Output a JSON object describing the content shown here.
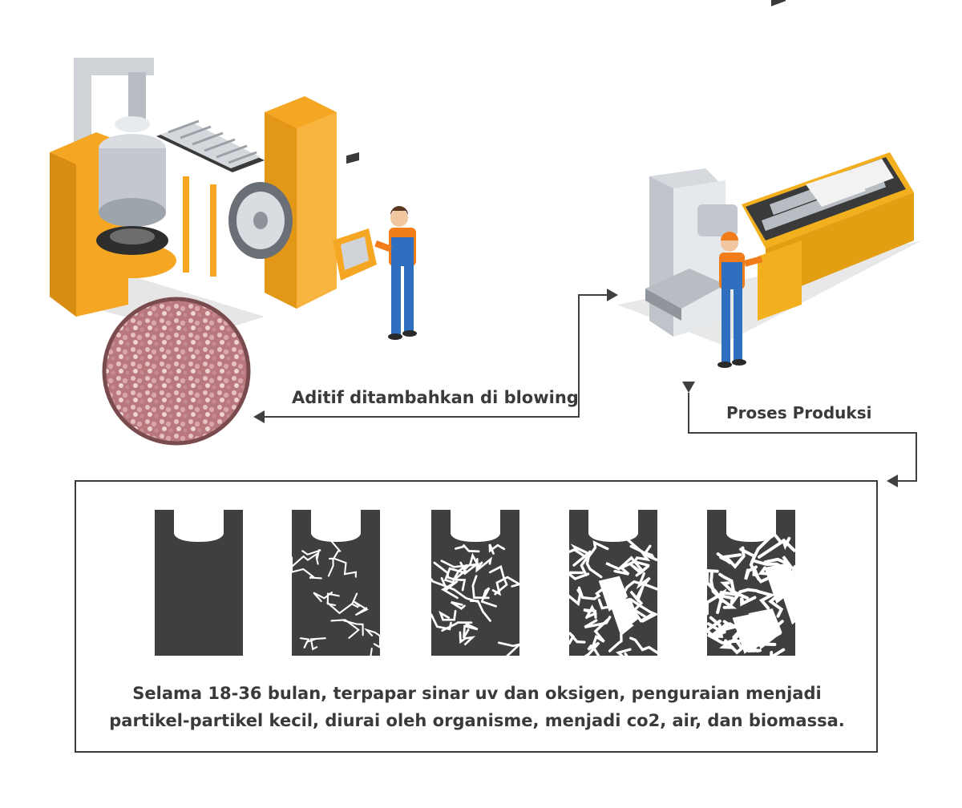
{
  "labels": {
    "additive": "Aditif ditambahkan di blowing",
    "production": "Proses Produksi"
  },
  "caption": {
    "line1": "Selama 18-36 bulan, terpapar sinar uv dan oksigen, penguraian menjadi",
    "line2": "partikel-partikel kecil, diurai oleh organisme, menjadi co2, air, dan biomassa."
  },
  "colors": {
    "machine_orange": "#f5a623",
    "machine_grey": "#cfd3d8",
    "worker_blue": "#2f6fbf",
    "worker_orange": "#f07d1a",
    "bag_dark": "#3f3f3f",
    "arrow": "#404040",
    "granule_pink": "#c98e92"
  },
  "stages": [
    {
      "name": "bag-stage-intact",
      "crack_level": 0
    },
    {
      "name": "bag-stage-cracked",
      "crack_level": 1
    },
    {
      "name": "bag-stage-fragmenting",
      "crack_level": 2
    },
    {
      "name": "bag-stage-breaking",
      "crack_level": 3
    },
    {
      "name": "bag-stage-disintegrated",
      "crack_level": 4
    }
  ]
}
